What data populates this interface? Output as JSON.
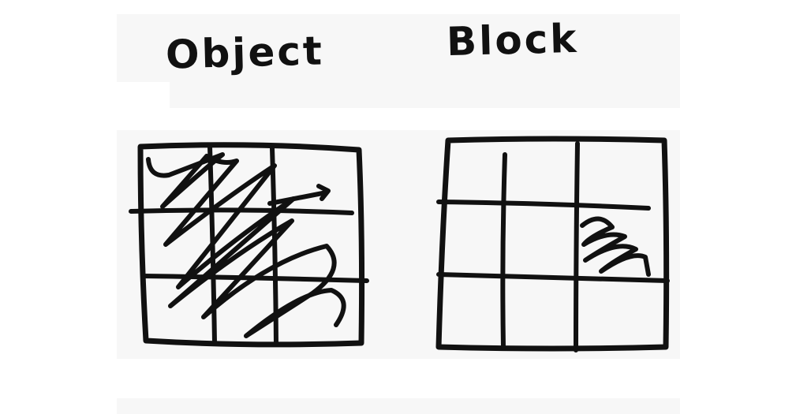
{
  "diagram": {
    "left": {
      "label": "Object",
      "rows": 3,
      "cols": 3,
      "scribbled_cells": "all"
    },
    "right": {
      "label": "Block",
      "rows": 3,
      "cols": 3,
      "scribbled_cells": [
        {
          "row": 2,
          "col": 3
        }
      ]
    }
  },
  "colors": {
    "ink": "#111111",
    "paper": "#ffffff",
    "panel": "#f7f7f7"
  }
}
